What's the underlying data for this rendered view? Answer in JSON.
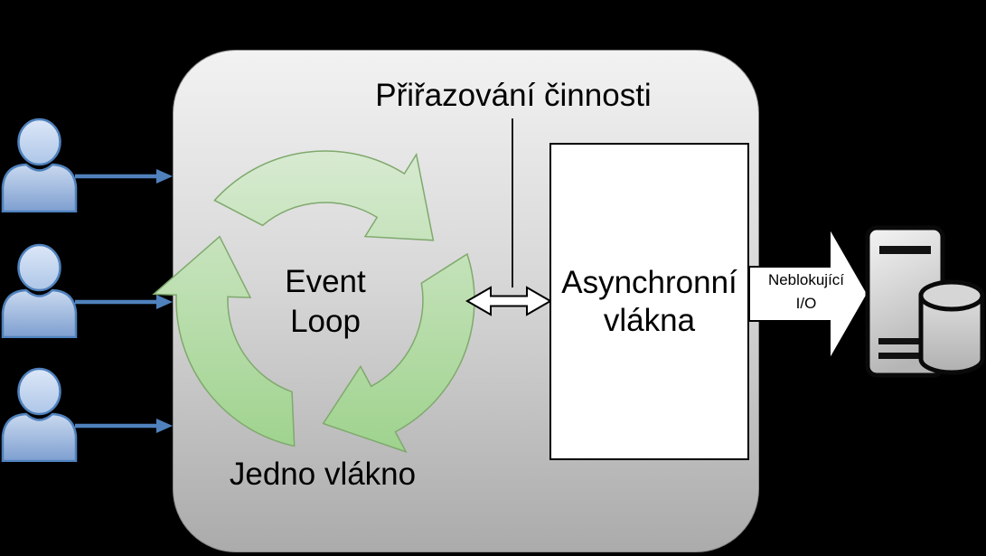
{
  "labels": {
    "title": "Přiřazování činnosti",
    "event_loop_line1": "Event",
    "event_loop_line2": "Loop",
    "single_thread": "Jedno vlákno",
    "async_line1": "Asynchronní",
    "async_line2": "vlákna",
    "io_line1": "Neblokující",
    "io_line2": "I/O"
  },
  "icons": {
    "user": "person-user-icon",
    "request_arrow": "right-arrow-icon",
    "event_loop": "circular-recycle-arrows-icon",
    "exchange": "double-headed-arrow-icon",
    "io": "block-arrow-right-icon",
    "server": "server-tower-icon",
    "database": "database-cylinder-icon"
  },
  "colors": {
    "background": "#000000",
    "container_top": "#f2f2f2",
    "container_bottom": "#ababab",
    "loop_green_light": "#dcecd6",
    "loop_green_dark": "#9bd189",
    "loop_stroke": "#7fa96d",
    "user_fill_light": "#d7e3f5",
    "user_fill_dark": "#7e9fd0",
    "user_stroke": "#4f81bd",
    "request_arrow_blue": "#4f81bd",
    "box_background": "#ffffff",
    "outline_black": "#000000",
    "server_light": "#f4f4f4",
    "server_dark": "#b5b5b5"
  }
}
